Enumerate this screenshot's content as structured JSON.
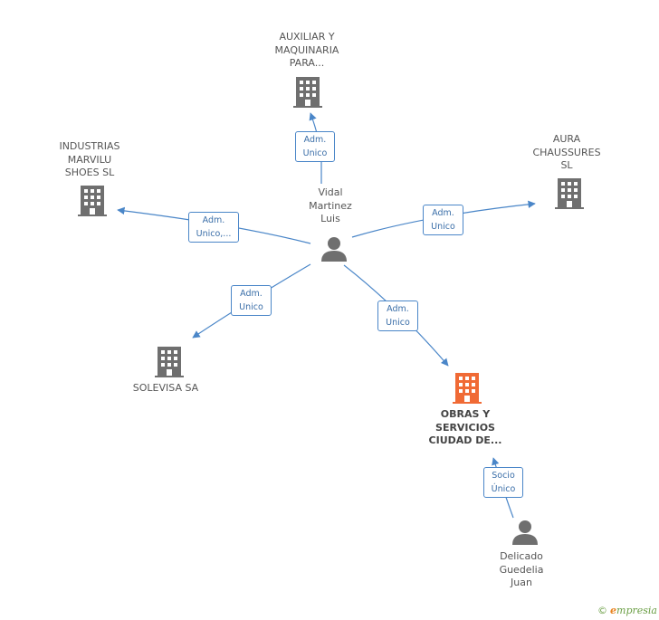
{
  "colors": {
    "company": "#6f6f6f",
    "main_company": "#f06a35",
    "person": "#6f6f6f",
    "edge": "#4a86c8"
  },
  "nodes": {
    "auxiliar": {
      "label": "AUXILIAR Y\nMAQUINARIA\nPARA...",
      "icon": "building-icon"
    },
    "industrias": {
      "label": "INDUSTRIAS\nMARVILU\nSHOES SL",
      "icon": "building-icon"
    },
    "aura": {
      "label": "AURA\nCHAUSSURES\nSL",
      "icon": "building-icon"
    },
    "vidal": {
      "label": "Vidal\nMartinez\nLuis",
      "icon": "person-icon"
    },
    "solevisa": {
      "label": "SOLEVISA SA",
      "icon": "building-icon"
    },
    "obras": {
      "label": "OBRAS Y\nSERVICIOS\nCIUDAD DE...",
      "icon": "building-icon"
    },
    "delicado": {
      "label": "Delicado\nGuedelia\nJuan",
      "icon": "person-icon"
    }
  },
  "edges": {
    "to_auxiliar": "Adm.\nUnico",
    "to_industrias": "Adm.\nUnico,...",
    "to_aura": "Adm.\nUnico",
    "to_solevisa": "Adm.\nUnico",
    "to_obras": "Adm.\nUnico",
    "delicado_to_obras": "Socio\nÚnico"
  },
  "footer": {
    "copyright": "©",
    "brand_initial": "e",
    "brand_rest": "mpresia"
  }
}
